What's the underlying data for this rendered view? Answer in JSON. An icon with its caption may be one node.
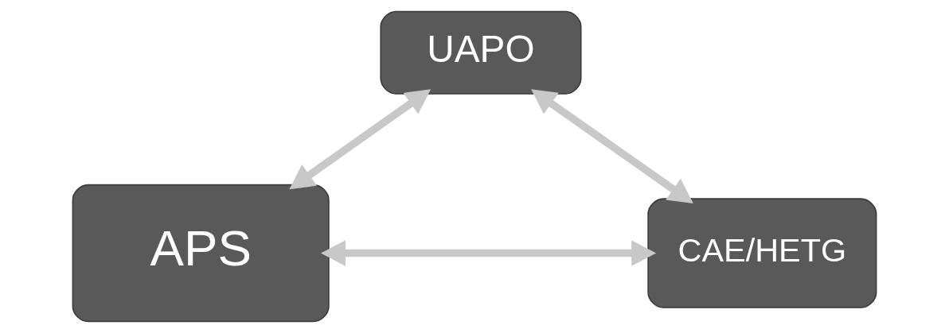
{
  "diagram": {
    "nodes": [
      {
        "text": [
          "UAPO"
        ]
      },
      {
        "text": [
          "APS"
        ]
      },
      {
        "text": [
          "CAE/HETG"
        ]
      }
    ],
    "edges": [
      {
        "from": 0,
        "to": 1,
        "arrow": "both"
      },
      {
        "from": 0,
        "to": 2,
        "arrow": "both"
      },
      {
        "from": 1,
        "to": 2,
        "arrow": "both"
      }
    ]
  }
}
